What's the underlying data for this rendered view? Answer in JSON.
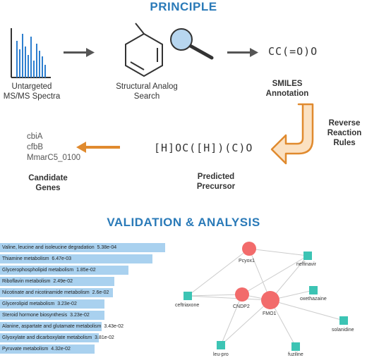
{
  "principle": {
    "title": "PRINCIPLE",
    "step1_label": "Untargeted MS/MS Spectra",
    "step2_label": "Structural Analog Search",
    "step3_smiles": "CC(=O)O",
    "step3_label": "SMILES Annotation",
    "step4_label": "Reverse Reaction Rules",
    "step5_smiles": "[H]OC([H])(C)O",
    "step5_label": "Predicted Precursor",
    "genes": [
      "cbiA",
      "cfbB",
      "MmarC5_0100"
    ],
    "genes_label": "Candidate Genes"
  },
  "validation": {
    "title": "VALIDATION & ANALYSIS",
    "pathways": [
      {
        "name": "Valine, leucine and isoleucine degradation",
        "p": "5.38e-04"
      },
      {
        "name": "Thiamine metabolism",
        "p": "6.47e-03"
      },
      {
        "name": "Glycerophospholipid metabolism",
        "p": "1.85e-02"
      },
      {
        "name": "Riboflavin metabolism",
        "p": "2.49e-02"
      },
      {
        "name": "Nicotinate and nicotinamide metabolism",
        "p": "2.6e-02"
      },
      {
        "name": "Glycerolipid metabolism",
        "p": "3.23e-02"
      },
      {
        "name": "Steroid hormone biosynthesis",
        "p": "3.23e-02"
      },
      {
        "name": "Alanine, aspartate and glutamate metabolism",
        "p": "3.43e-02"
      },
      {
        "name": "Glyoxylate and dicarboxylate metabolism",
        "p": "3.81e-02"
      },
      {
        "name": "Pyruvate metabolism",
        "p": "4.32e-02"
      }
    ],
    "network": {
      "genes": [
        "Pcyox1",
        "CNDP2",
        "FMO1"
      ],
      "drugs": [
        "nelfinavir",
        "ceftriaxone",
        "oxethazaine",
        "solanidine",
        "leu-pro",
        "fuziline"
      ]
    }
  },
  "colors": {
    "heading": "#2a7ab8",
    "arrow_gray": "#555555",
    "arrow_orange": "#e08a2e",
    "bar": "#a9d1ef",
    "gene_node": "#f26b6b",
    "drug_node": "#3cc4b4",
    "edge": "#cccccc"
  }
}
